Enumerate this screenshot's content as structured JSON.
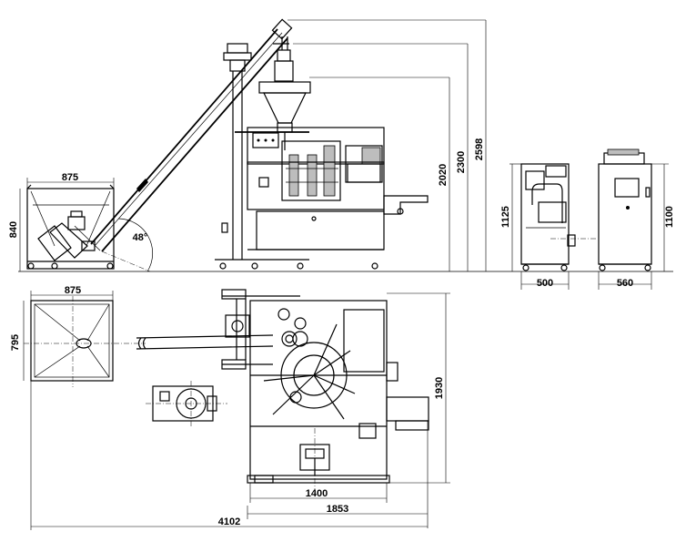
{
  "dimensions": {
    "hopper_width": "875",
    "hopper_height": "840",
    "incline_angle": "48°",
    "height_2020": "2020",
    "height_2300": "2300",
    "height_2598": "2598",
    "unit1_height": "1125",
    "unit1_width": "500",
    "unit2_height": "1100",
    "unit2_width": "560",
    "plan_hopper_width": "875",
    "plan_hopper_depth": "795",
    "plan_depth_1930": "1930",
    "plan_width_1400": "1400",
    "plan_width_1853": "1853",
    "total_length": "4102"
  }
}
